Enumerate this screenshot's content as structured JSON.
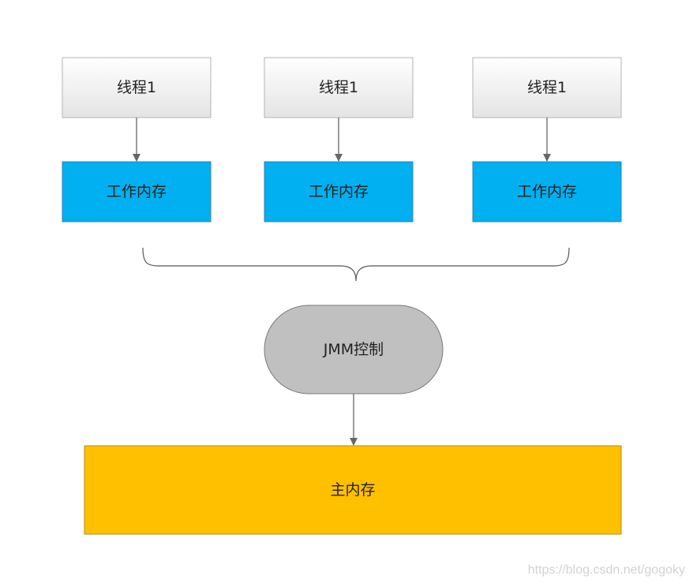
{
  "diagram": {
    "threads": [
      {
        "label": "线程1",
        "memory_label": "工作内存"
      },
      {
        "label": "线程1",
        "memory_label": "工作内存"
      },
      {
        "label": "线程1",
        "memory_label": "工作内存"
      }
    ],
    "controller_label": "JMM控制",
    "main_memory_label": "主内存"
  },
  "watermark": "https://blog.csdn.net/gogoky",
  "colors": {
    "thread_fill_top": "#ffffff",
    "thread_fill_bottom": "#e6e6e6",
    "working_memory": "#00b0f0",
    "controller": "#c0c0c0",
    "main_memory": "#ffc000",
    "arrow": "#666666"
  }
}
